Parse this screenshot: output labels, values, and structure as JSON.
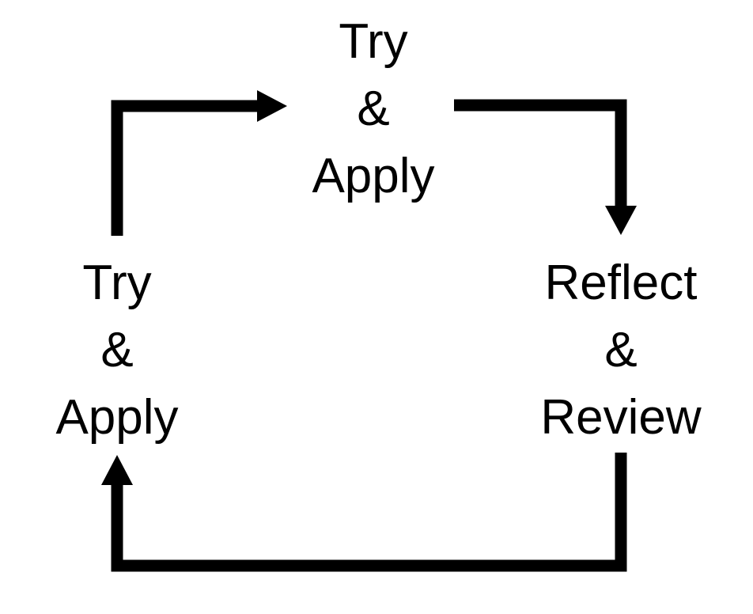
{
  "diagram": {
    "type": "cycle-flow",
    "background_color": "#ffffff",
    "stroke_color": "#000000",
    "text_color": "#000000",
    "stroke_width": 15,
    "nodes": [
      {
        "id": "top",
        "position": "top",
        "lines": [
          "Try",
          "&",
          "Apply"
        ],
        "text": "Try & Apply"
      },
      {
        "id": "right",
        "position": "right",
        "lines": [
          "Reflect",
          "&",
          "Review"
        ],
        "text": "Reflect & Review"
      },
      {
        "id": "left",
        "position": "left",
        "lines": [
          "Try",
          "&",
          "Apply"
        ],
        "text": "Try & Apply"
      }
    ],
    "arrows": [
      {
        "id": "left-to-top",
        "from": "left",
        "to": "top",
        "direction": "right",
        "shape": "elbow-up-right"
      },
      {
        "id": "top-to-right",
        "from": "top",
        "to": "right",
        "direction": "down",
        "shape": "elbow-right-down"
      },
      {
        "id": "right-to-left",
        "from": "right",
        "to": "left",
        "direction": "up",
        "shape": "elbow-down-left-up"
      }
    ]
  }
}
